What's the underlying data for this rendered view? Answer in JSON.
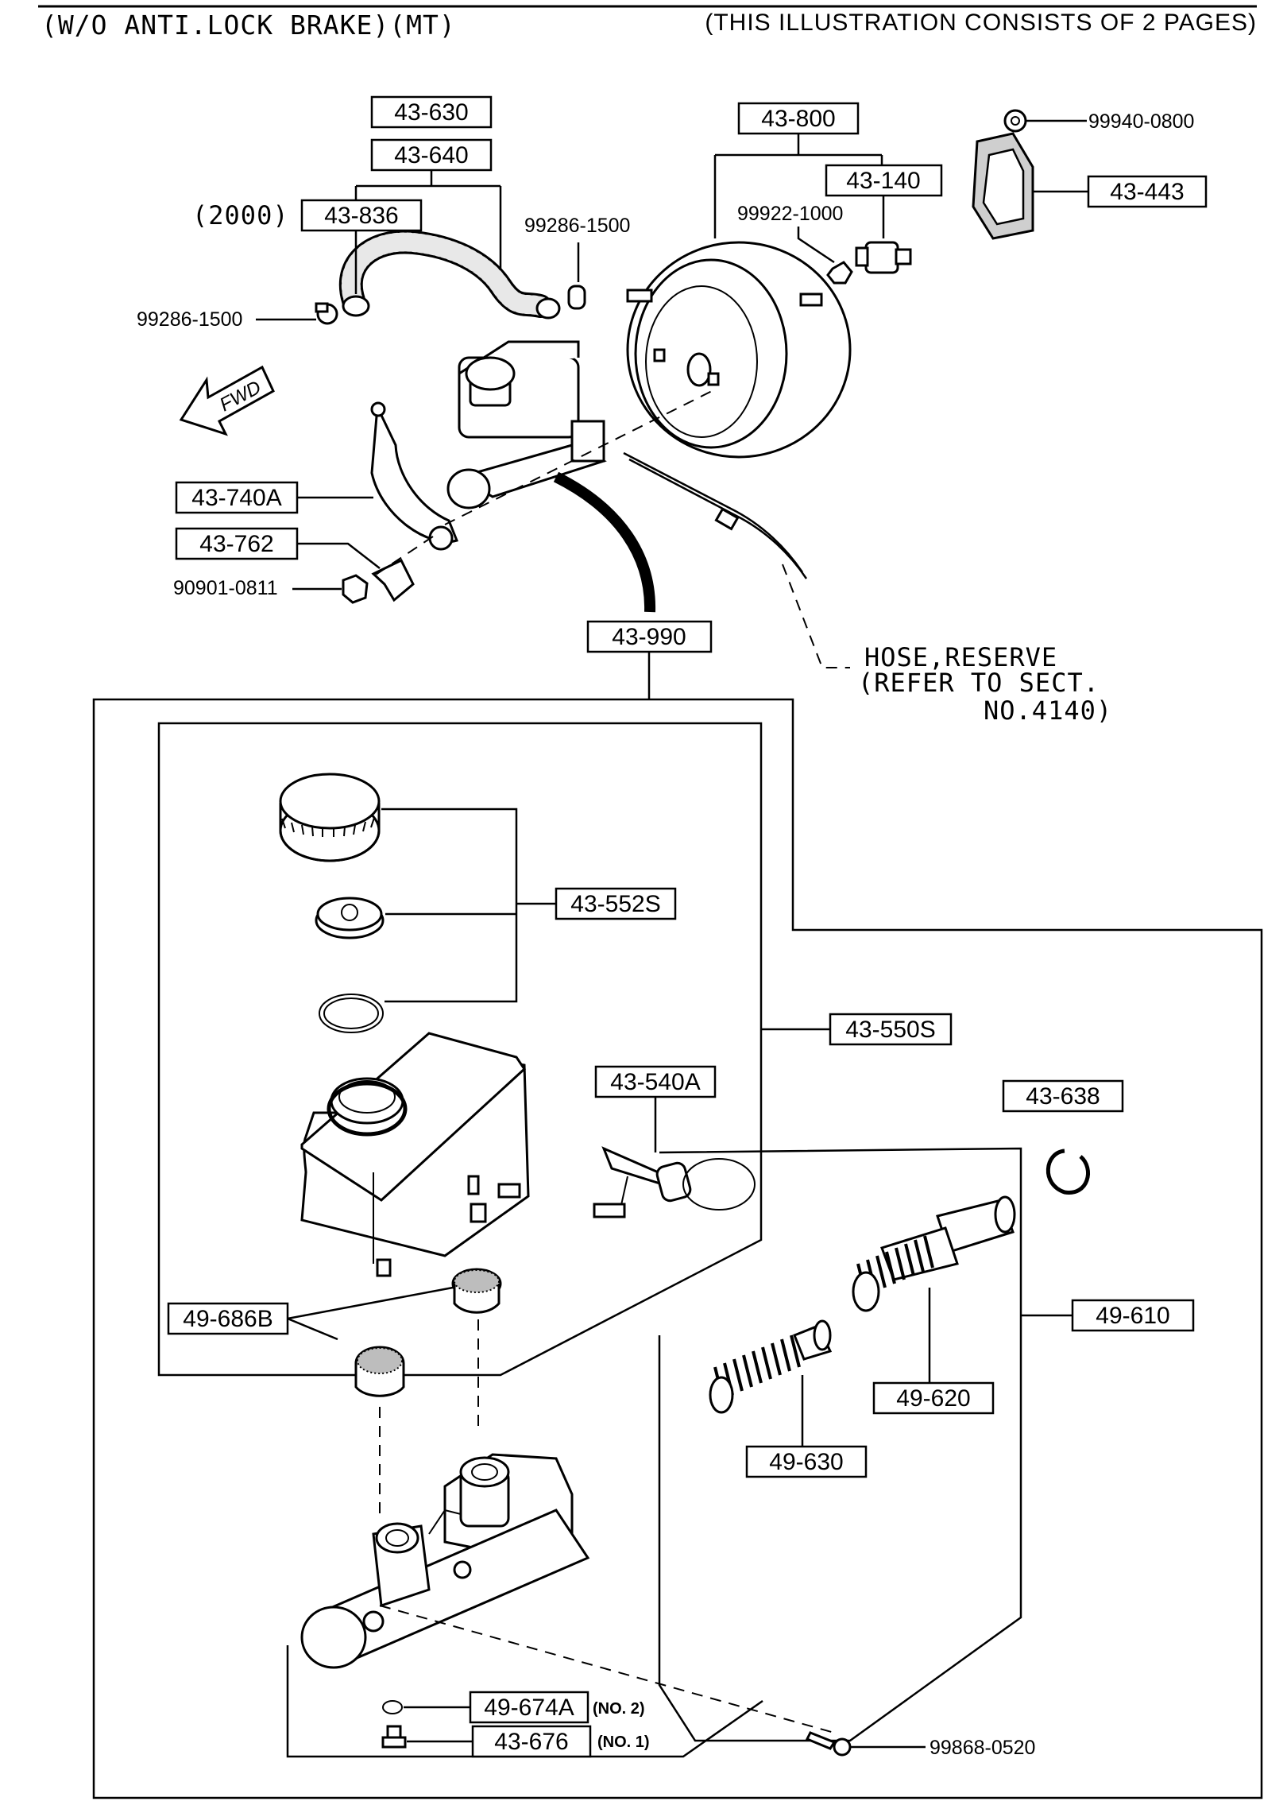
{
  "header": {
    "left": "(W/O ANTI.LOCK BRAKE)(MT)",
    "right": "(THIS ILLUSTRATION CONSISTS OF  2 PAGES)"
  },
  "callouts": {
    "c43_630": "43-630",
    "c43_640": "43-640",
    "year_2000": "(2000)",
    "c43_836": "43-836",
    "c99286_1500_a": "99286-1500",
    "c99286_1500_b": "99286-1500",
    "c43_800": "43-800",
    "c43_140": "43-140",
    "c99922_1000": "99922-1000",
    "c99940_0800": "99940-0800",
    "c43_443": "43-443",
    "fwd": "FWD",
    "c43_740a": "43-740A",
    "c43_762": "43-762",
    "c90901_0811": "90901-0811",
    "c43_990": "43-990",
    "hose_line1": "HOSE,RESERVE",
    "hose_line2": "(REFER TO SECT.",
    "hose_line3": "NO.4140)",
    "c43_552s": "43-552S",
    "c43_550s": "43-550S",
    "c43_540a": "43-540A",
    "c43_638": "43-638",
    "c49_686b": "49-686B",
    "c49_610": "49-610",
    "c49_620": "49-620",
    "c49_630": "49-630",
    "c49_674a": "49-674A",
    "no2": "(NO. 2)",
    "c43_676": "43-676",
    "no1": "(NO. 1)",
    "c99868_0520": "99868-0520"
  }
}
